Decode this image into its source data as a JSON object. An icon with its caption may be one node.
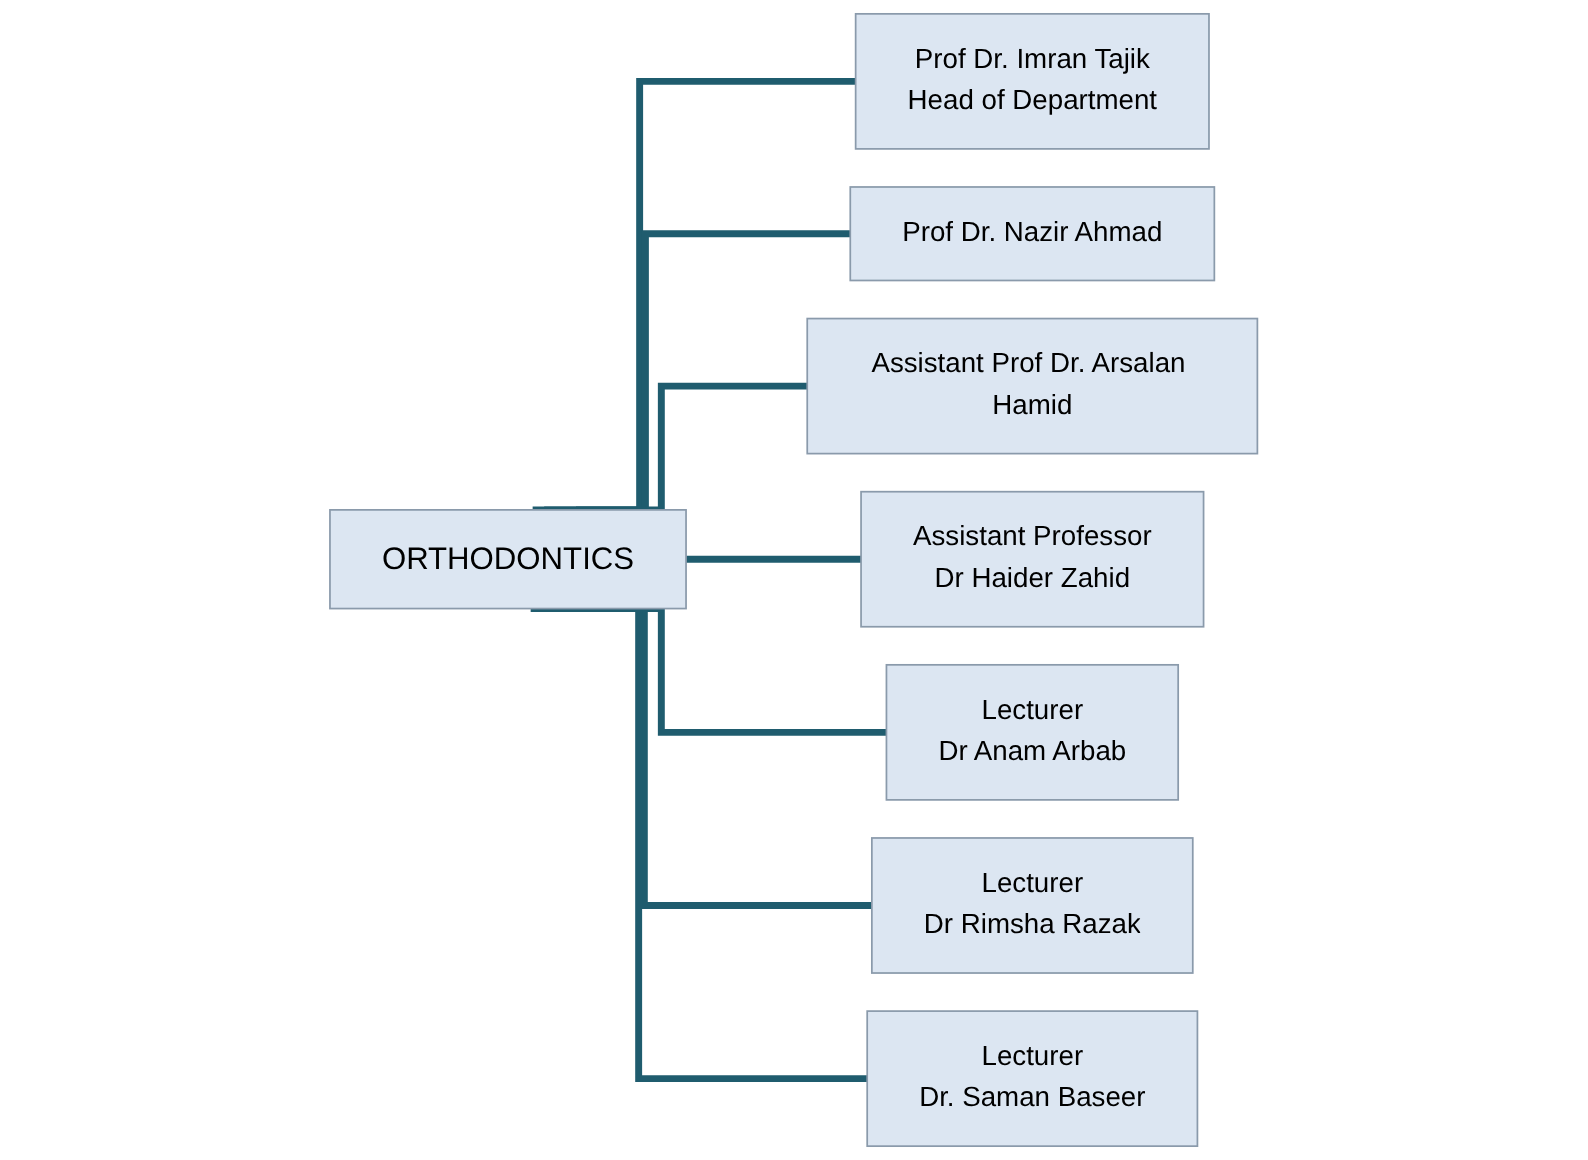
{
  "diagram": {
    "nodes": [
      {
        "text": [
          "ORTHODONTICS"
        ]
      },
      {
        "text": [
          "Prof Dr. Imran Tajik",
          "Head of Department"
        ]
      },
      {
        "text": [
          "Prof Dr. Nazir Ahmad"
        ]
      },
      {
        "text": [
          "Assistant Prof Dr. Arsalan Hamid"
        ]
      },
      {
        "text": [
          "Assistant Professor",
          "Dr Haider Zahid"
        ]
      },
      {
        "text": [
          "Lecturer",
          "Dr Anam Arbab"
        ]
      },
      {
        "text": [
          "Lecturer",
          "Dr Rimsha Razak"
        ]
      },
      {
        "text": [
          "Lecturer",
          "Dr. Saman Baseer"
        ]
      }
    ],
    "edges": [
      {
        "from": 0,
        "to": 1,
        "arrow": "none"
      },
      {
        "from": 0,
        "to": 2,
        "arrow": "none"
      },
      {
        "from": 0,
        "to": 3,
        "arrow": "none"
      },
      {
        "from": 0,
        "to": 4,
        "arrow": "none"
      },
      {
        "from": 0,
        "to": 5,
        "arrow": "none"
      },
      {
        "from": 0,
        "to": 6,
        "arrow": "none"
      },
      {
        "from": 0,
        "to": 7,
        "arrow": "none"
      }
    ]
  }
}
